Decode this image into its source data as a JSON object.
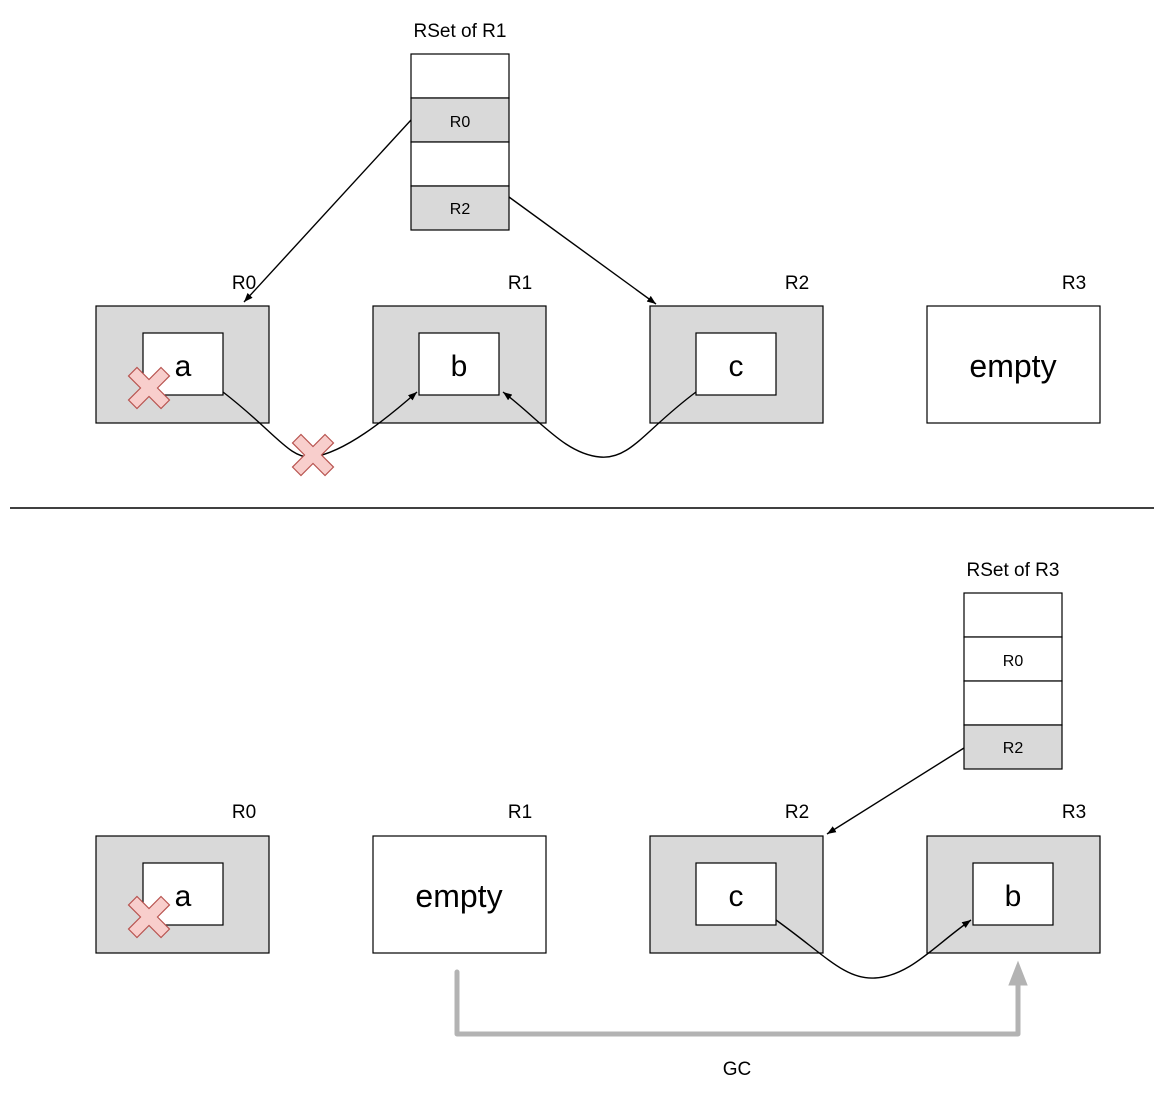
{
  "colors": {
    "region_fill": "#d9d9d9",
    "white": "#ffffff",
    "stroke": "#000000",
    "cross_fill": "#f8cecc",
    "cross_stroke": "#b85450",
    "gc_arrow": "#b3b3b3"
  },
  "top": {
    "rset_title": "RSet of R1",
    "rset_cells": [
      "",
      "R0",
      "",
      "R2"
    ],
    "regions": [
      {
        "label": "R0",
        "object": "a"
      },
      {
        "label": "R1",
        "object": "b"
      },
      {
        "label": "R2",
        "object": "c"
      },
      {
        "label": "R3",
        "content": "empty"
      }
    ]
  },
  "bottom": {
    "rset_title": "RSet of R3",
    "rset_cells": [
      "",
      "R0",
      "",
      "R2"
    ],
    "regions": [
      {
        "label": "R0",
        "object": "a"
      },
      {
        "label": "R1",
        "content": "empty"
      },
      {
        "label": "R2",
        "object": "c"
      },
      {
        "label": "R3",
        "object": "b"
      }
    ],
    "gc_label": "GC"
  }
}
